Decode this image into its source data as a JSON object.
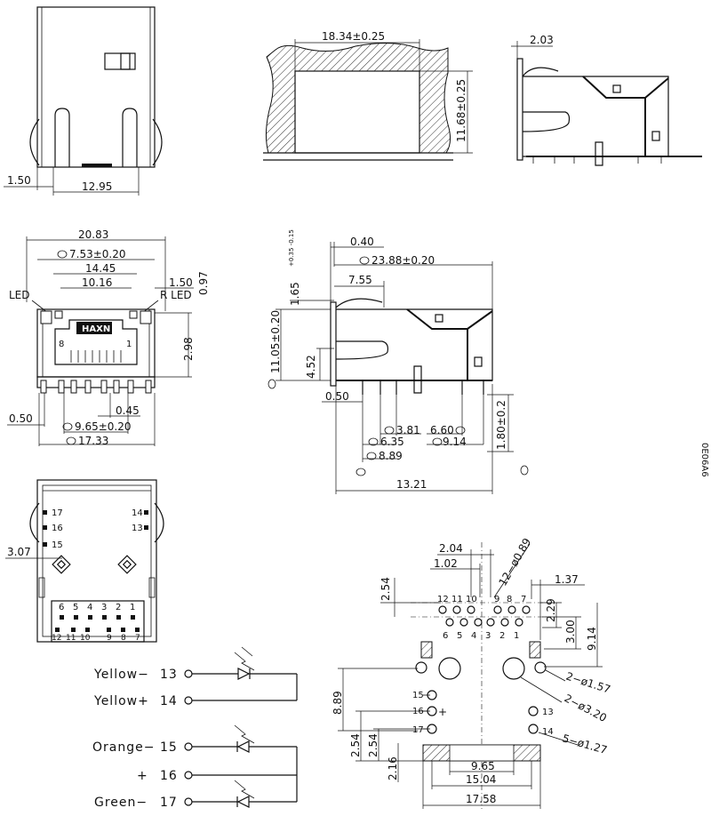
{
  "front_view": {
    "dim_1_50": "1.50",
    "dim_12_95": "12.95"
  },
  "cutout_view": {
    "width": "18.34±0.25",
    "height": "11.68±0.25"
  },
  "side_view_top": {
    "dim_2_03": "2.03"
  },
  "front_detail": {
    "overall_width": "20.83",
    "width_7_53": "7.53±0.20",
    "width_14_45": "14.45",
    "width_10_16": "10.16",
    "dim_1_50": "1.50",
    "dim_0_97": "0.97",
    "left_led": "LED",
    "right_led": "R LED",
    "dim_2_98": "2.98",
    "dim_0_50": "0.50",
    "dim_0_45": "0.45",
    "dim_9_65": "9.65±0.20",
    "dim_17_33": "17.33",
    "brand": "HAXN",
    "pin_8": "8",
    "pin_1": "1"
  },
  "side_detail": {
    "dim_0_40": "0.40",
    "dim_1_65": "1.65",
    "dim_1_65_tol": "+0.35 -0.15",
    "dim_23_88": "23.88±0.20",
    "dim_7_55": "7.55",
    "dim_11_05": "11.05±0.20",
    "dim_4_52": "4.52",
    "dim_0_50": "0.50",
    "dim_3_81": "3.81",
    "dim_6_60": "6.60",
    "dim_6_35": "6.35",
    "dim_9_14": "9.14",
    "dim_8_89": "8.89",
    "dim_1_80": "1.80±0.2",
    "dim_13_21": "13.21"
  },
  "bottom_view": {
    "dim_3_07": "3.07",
    "pins_left": [
      "17",
      "16",
      "15"
    ],
    "pins_right": [
      "14",
      "13"
    ],
    "pins_row1": [
      "6",
      "5",
      "4",
      "3",
      "2",
      "1"
    ],
    "pins_row2": [
      "12",
      "11",
      "10",
      "9",
      "8",
      "7"
    ]
  },
  "schematic": {
    "rows": [
      {
        "label": "Yellow−",
        "pin": "13"
      },
      {
        "label": "Yellow+",
        "pin": "14"
      },
      {
        "label": "Orange−",
        "pin": "15"
      },
      {
        "label": "+",
        "pin": "16"
      },
      {
        "label": "Green−",
        "pin": "17"
      }
    ]
  },
  "footprint": {
    "dim_2_04": "2.04",
    "dim_1_02": "1.02",
    "dim_12_089": "12−ø0.89",
    "dim_1_37": "1.37",
    "dim_2_54_a": "2.54",
    "dim_2_29": "2.29",
    "dim_3_00": "3.00",
    "dim_9_14": "9.14",
    "top_pins": [
      "12",
      "11",
      "10",
      "9",
      "8",
      "7"
    ],
    "bottom_pins": [
      "6",
      "5",
      "4",
      "3",
      "2",
      "1"
    ],
    "dim_2_157": "2−ø1.57",
    "dim_2_320": "2−ø3.20",
    "dim_5_127": "5−ø1.27",
    "dim_8_89": "8.89",
    "led_pins_left": [
      "15",
      "16",
      "17"
    ],
    "led_pins_right": [
      "13",
      "14"
    ],
    "plus_sign": "+",
    "dim_2_54_b": "2.54",
    "dim_2_54_c": "2.54",
    "dim_2_16": "2.16",
    "dim_9_65": "9.65",
    "dim_15_04": "15.04",
    "dim_17_58": "17.58"
  },
  "edge_text": "0E06A6"
}
